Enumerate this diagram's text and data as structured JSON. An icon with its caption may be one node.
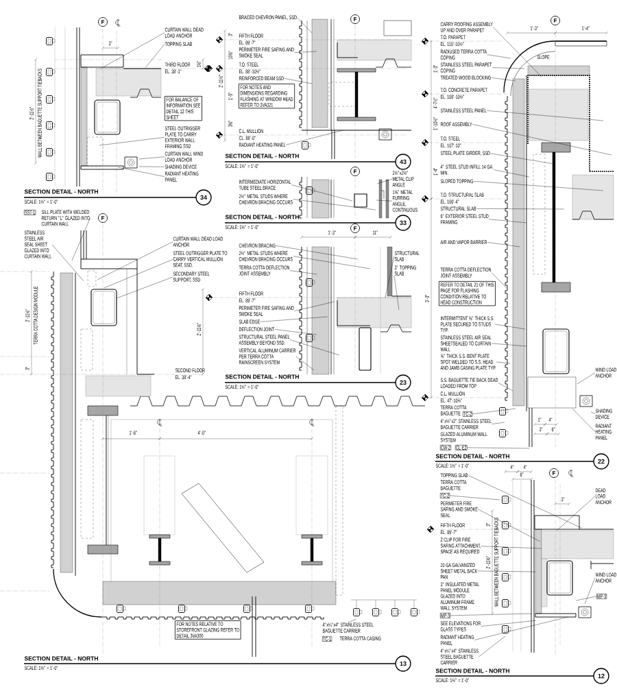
{
  "diagram": {
    "nodes": [
      {
        "text": [
          "F"
        ]
      },
      {
        "text": [
          "CURTAIN WALL DEAD LOAD ANCHOR"
        ]
      },
      {
        "text": [
          "TOPPING SLAB"
        ]
      },
      {
        "text": [
          "FOR BALANCE OF INFORMATION SEE DETAIL 12 THIS SHEET"
        ]
      },
      {
        "text": [
          "STEEL OUTRIGGER PLATE TO CARRY EXTERIOR WALL FRAMING SSD"
        ]
      },
      {
        "text": [
          "CURTAIN WALL WIND LOAD ANCHOR"
        ]
      },
      {
        "text": [
          "SHADING DEVICE"
        ]
      },
      {
        "text": [
          "RADIANT HEATING PANEL"
        ]
      },
      {
        "text": [
          "34"
        ]
      },
      {
        "text": [
          "F"
        ]
      },
      {
        "text": [
          "BRACED CHEVRON PANEL, SSD"
        ]
      },
      {
        "text": [
          "PERIMETER FIRE SAFING AND SMOKE SEAL"
        ]
      },
      {
        "text": [
          "REINFORCED BEAM SSD"
        ]
      },
      {
        "text": [
          "FOR NOTES AND DIMENSIONS REGARDING FLASHING AT WINDOW HEAD REFER TO 3VA321"
        ]
      },
      {
        "text": [
          "RADIANT HEATING PANEL"
        ]
      },
      {
        "text": [
          "43"
        ]
      },
      {
        "text": [
          "F"
        ]
      },
      {
        "text": [
          "INTERMEDIATE HORIZONTAL TUBE STEEL BRACE"
        ]
      },
      {
        "text": [
          "2½\" METAL STUDS WHERE CHEVRON BRACING OCCURS"
        ]
      },
      {
        "text": [
          "2½\"x2½\" METAL CLIP ANGLE"
        ]
      },
      {
        "text": [
          "1⅝\" METAL FURRING ANGLE, CONTINUOUS"
        ]
      },
      {
        "text": [
          "33"
        ]
      },
      {
        "text": [
          "F"
        ]
      },
      {
        "text": [
          "CHEVRON BRACING"
        ]
      },
      {
        "text": [
          "2½\" METAL STUDS WHERE CHEVRON BRACING OCCURS"
        ]
      },
      {
        "text": [
          "TERRA COTTA DEFLECTION JOINT ASSEMBLY"
        ]
      },
      {
        "text": [
          "PERIMETER FIRE SAFING AND SMOKE SEAL"
        ]
      },
      {
        "text": [
          "SLAB EDGE"
        ]
      },
      {
        "text": [
          "DEFLECTION JOINT"
        ]
      },
      {
        "text": [
          "STRUCTURAL STEEL PANEL ASSEMBLY BEYOND SSD."
        ]
      },
      {
        "text": [
          "VERTICAL ALUMINUM CARRIER PER TERRA COTTA RAINSCREEN SYSTEM"
        ]
      },
      {
        "text": [
          "STRUCTURAL SLAB"
        ]
      },
      {
        "text": [
          "3\" TOPPING SLAB"
        ]
      },
      {
        "text": [
          "23"
        ]
      },
      {
        "text": [
          "F"
        ]
      },
      {
        "text": [
          "CARRY ROOFING ASSEMBLY UP AND OVER PARAPET"
        ]
      },
      {
        "text": [
          "RADIUSED TERRA COTTA COPING"
        ]
      },
      {
        "text": [
          "STAINLESS STEEL PARAPET COPING"
        ]
      },
      {
        "text": [
          "TREATED WOOD BLOCKING"
        ]
      },
      {
        "text": [
          "STAINLESS STEEL PANEL"
        ]
      },
      {
        "text": [
          "ROOF ASSEMBLY"
        ]
      },
      {
        "text": [
          "STEEL PLATE GIRDER, SSD"
        ]
      },
      {
        "text": [
          "4\" STEEL STUD INFILL 14 GA. MIN."
        ]
      },
      {
        "text": [
          "SLOPED TOPPING"
        ]
      },
      {
        "text": [
          "STRUCTURAL SLAB"
        ]
      },
      {
        "text": [
          "6\" EXTERIOR STEEL STUD FRAMING"
        ]
      },
      {
        "text": [
          "AIR AND VAPOR BARRIER"
        ]
      },
      {
        "text": [
          "TERRA COTTA DEFLECTION JOINT ASSEMBLY"
        ]
      },
      {
        "text": [
          "REFER TO DETAIL 21 OF THIS PAGE FOR FLASHING CONDITION RELATIVE TO HEAD CONSTRUCTION"
        ]
      },
      {
        "text": [
          "INTERMITTENT ⅜\" THICK S.S. PLATE SECURED TO STUDS TYP."
        ]
      },
      {
        "text": [
          "STAINLESS STEEL AIR SEAL SHEETSEALED TO CURTAIN WALL"
        ]
      },
      {
        "text": [
          "⅝\" THICK S.S. BENT PLATE SPOT WELDED TO S.S. HEAD AND JAMB CASING PLATE TYP."
        ]
      },
      {
        "text": [
          "S.S. BAGUETTE TIE BACK DEAD LOADED FROM TOP"
        ]
      },
      {
        "text": [
          "TERRA COTTA BAGUETTE"
        ]
      },
      {
        "text": [
          "TC-2"
        ]
      },
      {
        "text": [
          "4\"x½\"x2\" STAINLESS STEEL BAGUETTE CARRIER"
        ]
      },
      {
        "text": [
          "GLAZED ALUMINUM WALL SYSTEM"
        ]
      },
      {
        "text": [
          "CW-2"
        ]
      },
      {
        "text": [
          "CL-E2"
        ]
      },
      {
        "text": [
          "WIND LOAD ANCHOR"
        ]
      },
      {
        "text": [
          "SHADING DEVICE"
        ]
      },
      {
        "text": [
          "RADIANT HEATING PANEL"
        ]
      },
      {
        "text": [
          "22"
        ]
      },
      {
        "text": [
          "F"
        ]
      },
      {
        "text": [
          "TOPPING SLAB"
        ]
      },
      {
        "text": [
          "TERRA COTTA BAGUETTE"
        ]
      },
      {
        "text": [
          "TC-2"
        ]
      },
      {
        "text": [
          "PERIMETER FIRE SAFING AND SMOKE SEAL"
        ]
      },
      {
        "text": [
          "Z CLIP FOR FIRE SAFING ATTACHMENT, SPACE AS REQUIRED"
        ]
      },
      {
        "text": [
          "20 GA GALVANIZED SHEET METAL BACK PAN"
        ]
      },
      {
        "text": [
          "3\" INSULATED METAL PANEL MODULE GLAZED INTO ALUMINUM FRAME WALL SYSTEM"
        ]
      },
      {
        "text": [
          "MP-3"
        ]
      },
      {
        "text": [
          "DEAD LOAD ANCHOR"
        ]
      },
      {
        "text": [
          "WIND LOAD ANCHOR"
        ]
      },
      {
        "text": [
          "MP-3"
        ]
      },
      {
        "text": [
          "SEE ELEVATIONS FOR GLASS TYPES"
        ]
      },
      {
        "text": [
          "RADIANT HEATING PANEL"
        ]
      },
      {
        "text": [
          "4\"x¼\"x4\" STAINLESS STEEL BAGUETTE CARRIER"
        ]
      },
      {
        "text": [
          "12"
        ]
      },
      {
        "text": [
          "F"
        ]
      },
      {
        "text": [
          "SST-1"
        ]
      },
      {
        "text": [
          "SILL PLATE WITH WELDED RETURN \"L\" GLAZED INTO CURTAIN WALL"
        ]
      },
      {
        "text": [
          "STAINLESS STEEL AIR SEAL SHEET GLAZED INTO CURTAIN WALL"
        ]
      },
      {
        "text": [
          "CURTAIN WALL DEAD LOAD ANCHOR"
        ]
      },
      {
        "text": [
          "STEEL OUTRIGGER PLATE TO CARRY VERTICAL MULLION SEAT, SSD."
        ]
      },
      {
        "text": [
          "SECONDARY STEEL SUPPORT, SSD"
        ]
      },
      {
        "text": [
          "FOR NOTES RELATIVE TO STOREFRONT GLAZING REFER TO DETAIL 3VA300"
        ]
      },
      {
        "text": [
          "4\"x¼\"x4\" STAINLESS STEEL BAGUETTE CARRIER"
        ]
      },
      {
        "text": [
          "TC-1"
        ]
      },
      {
        "text": [
          "TERRA COTTA CASING"
        ]
      },
      {
        "text": [
          "13"
        ]
      }
    ],
    "edges": [
      {
        "from": 1,
        "to": null,
        "arrow": "none"
      },
      {
        "from": 2,
        "to": null,
        "arrow": "none"
      },
      {
        "from": 4,
        "to": null,
        "arrow": "none"
      },
      {
        "from": 5,
        "to": null,
        "arrow": "none"
      },
      {
        "from": 6,
        "to": null,
        "arrow": "none"
      },
      {
        "from": 7,
        "to": null,
        "arrow": "none"
      },
      {
        "from": 10,
        "to": null,
        "arrow": "none"
      },
      {
        "from": 11,
        "to": null,
        "arrow": "none"
      },
      {
        "from": 12,
        "to": null,
        "arrow": "none"
      },
      {
        "from": 14,
        "to": null,
        "arrow": "none"
      },
      {
        "from": 17,
        "to": null,
        "arrow": "none"
      },
      {
        "from": 18,
        "to": null,
        "arrow": "none"
      },
      {
        "from": 19,
        "to": null,
        "arrow": "none"
      },
      {
        "from": 20,
        "to": null,
        "arrow": "none"
      },
      {
        "from": 23,
        "to": null,
        "arrow": "none"
      },
      {
        "from": 24,
        "to": null,
        "arrow": "none"
      },
      {
        "from": 25,
        "to": null,
        "arrow": "none"
      },
      {
        "from": 26,
        "to": null,
        "arrow": "none"
      },
      {
        "from": 27,
        "to": null,
        "arrow": "none"
      },
      {
        "from": 28,
        "to": null,
        "arrow": "none"
      },
      {
        "from": 29,
        "to": null,
        "arrow": "none"
      },
      {
        "from": 30,
        "to": null,
        "arrow": "none"
      },
      {
        "from": 31,
        "to": null,
        "arrow": "none"
      },
      {
        "from": 32,
        "to": null,
        "arrow": "none"
      },
      {
        "from": 35,
        "to": null,
        "arrow": "none"
      },
      {
        "from": 36,
        "to": null,
        "arrow": "none"
      },
      {
        "from": 37,
        "to": null,
        "arrow": "none"
      },
      {
        "from": 38,
        "to": null,
        "arrow": "none"
      },
      {
        "from": 39,
        "to": null,
        "arrow": "none"
      },
      {
        "from": 40,
        "to": null,
        "arrow": "none"
      },
      {
        "from": 41,
        "to": null,
        "arrow": "none"
      },
      {
        "from": 42,
        "to": null,
        "arrow": "none"
      },
      {
        "from": 43,
        "to": null,
        "arrow": "none"
      },
      {
        "from": 44,
        "to": null,
        "arrow": "none"
      },
      {
        "from": 45,
        "to": null,
        "arrow": "none"
      },
      {
        "from": 46,
        "to": null,
        "arrow": "none"
      },
      {
        "from": 47,
        "to": null,
        "arrow": "none"
      },
      {
        "from": 49,
        "to": null,
        "arrow": "none"
      },
      {
        "from": 50,
        "to": null,
        "arrow": "none"
      },
      {
        "from": 51,
        "to": null,
        "arrow": "none"
      },
      {
        "from": 52,
        "to": null,
        "arrow": "none"
      },
      {
        "from": 54,
        "to": null,
        "arrow": "none"
      },
      {
        "from": 55,
        "to": null,
        "arrow": "none"
      },
      {
        "from": 58,
        "to": null,
        "arrow": "none"
      },
      {
        "from": 59,
        "to": null,
        "arrow": "none"
      },
      {
        "from": 60,
        "to": null,
        "arrow": "none"
      },
      {
        "from": 61,
        "to": null,
        "arrow": "none"
      },
      {
        "from": 64,
        "to": null,
        "arrow": "none"
      },
      {
        "from": 66,
        "to": null,
        "arrow": "none"
      },
      {
        "from": 67,
        "to": null,
        "arrow": "none"
      },
      {
        "from": 68,
        "to": null,
        "arrow": "none"
      },
      {
        "from": 69,
        "to": null,
        "arrow": "none"
      },
      {
        "from": 71,
        "to": null,
        "arrow": "none"
      },
      {
        "from": 72,
        "to": null,
        "arrow": "none"
      },
      {
        "from": 73,
        "to": null,
        "arrow": "none"
      },
      {
        "from": 74,
        "to": null,
        "arrow": "none"
      },
      {
        "from": 75,
        "to": null,
        "arrow": "none"
      },
      {
        "from": 76,
        "to": null,
        "arrow": "none"
      },
      {
        "from": 77,
        "to": null,
        "arrow": "none"
      },
      {
        "from": 81,
        "to": null,
        "arrow": "none"
      },
      {
        "from": 82,
        "to": null,
        "arrow": "none"
      },
      {
        "from": 83,
        "to": null,
        "arrow": "none"
      },
      {
        "from": 84,
        "to": null,
        "arrow": "none"
      },
      {
        "from": 85,
        "to": null,
        "arrow": "none"
      },
      {
        "from": 87,
        "to": null,
        "arrow": "none"
      }
    ],
    "labels": [
      "3\"",
      "1½\"",
      "THIRD FLOOR",
      "EL. 38'-1\"",
      "2'-11½\"",
      "WALL BETWEEN BAGUETTE SUPPORT TIEBACKS",
      "SECTION DETAIL - NORTH",
      "SCALE: 1½\" = 1'-0\"",
      "3\"",
      "FIFTH FLOOR",
      "EL. 89'-7\"",
      "10½\"",
      "T.O. STEEL",
      "EL. 88'-10½\"",
      "2'-11½\"",
      "1'-5\"",
      "3½\"",
      "C.L. MULLION",
      "CL. 88'-0\"",
      "SECTION DETAIL - NORTH",
      "SCALE: 1½\" = 1'-0\"",
      "SECTION DETAIL - NORTH",
      "SCALE: 1½\" = 1'-0\"",
      "1'-3\"",
      "11\"",
      "FIFTH FLOOR",
      "EL. 89'-7\"",
      "SECTION DETAIL - NORTH",
      "SCALE: 1½\" = 1'-0\"",
      "1'-3\"",
      "1'-4\"",
      "T.O. PARAPET",
      "EL. 110'-10½\"",
      "SLOPE",
      "1'-3\"",
      "T.O. CONCRETE PARAPET",
      "EL. 108'-10½\"",
      "4'-7½\"",
      "1'-10½\"",
      "T.O. STEEL",
      "EL. 107'-10\"",
      "1'-4\"",
      "T.O. STRUCTURAL SLAB",
      "EL. 106'-4\"",
      "3'-3\"",
      "C.L. MULLION",
      "EL. 47'-10½\"",
      "1\"",
      "4\"",
      "3\"",
      "6\"",
      "SECTION DETAIL - NORTH",
      "SCALE: 1½\" = 1'-0\"",
      "4\"",
      "4\"",
      "6\"",
      "3\"",
      "FIFTH FLOOR",
      "3\"",
      "EL. 89'-7\"",
      "2'-11½\"",
      "WALL BETWEEN BAGUETTE SUPPORT TIEBACKS",
      "SECTION DETAIL - NORTH",
      "SCALE: 1½\" = 1'-0\"",
      "2'-11½\"",
      "TERRA COTTA DESIGN MODULE",
      "3\"",
      "2'-11½\"",
      "SECOND FLOOR",
      "EL. 38'-4\"",
      "1'-6\"",
      "4'-0\"",
      "SECTION DETAIL - NORTH",
      "SCALE: 1½\" = 1'-0\""
    ]
  }
}
